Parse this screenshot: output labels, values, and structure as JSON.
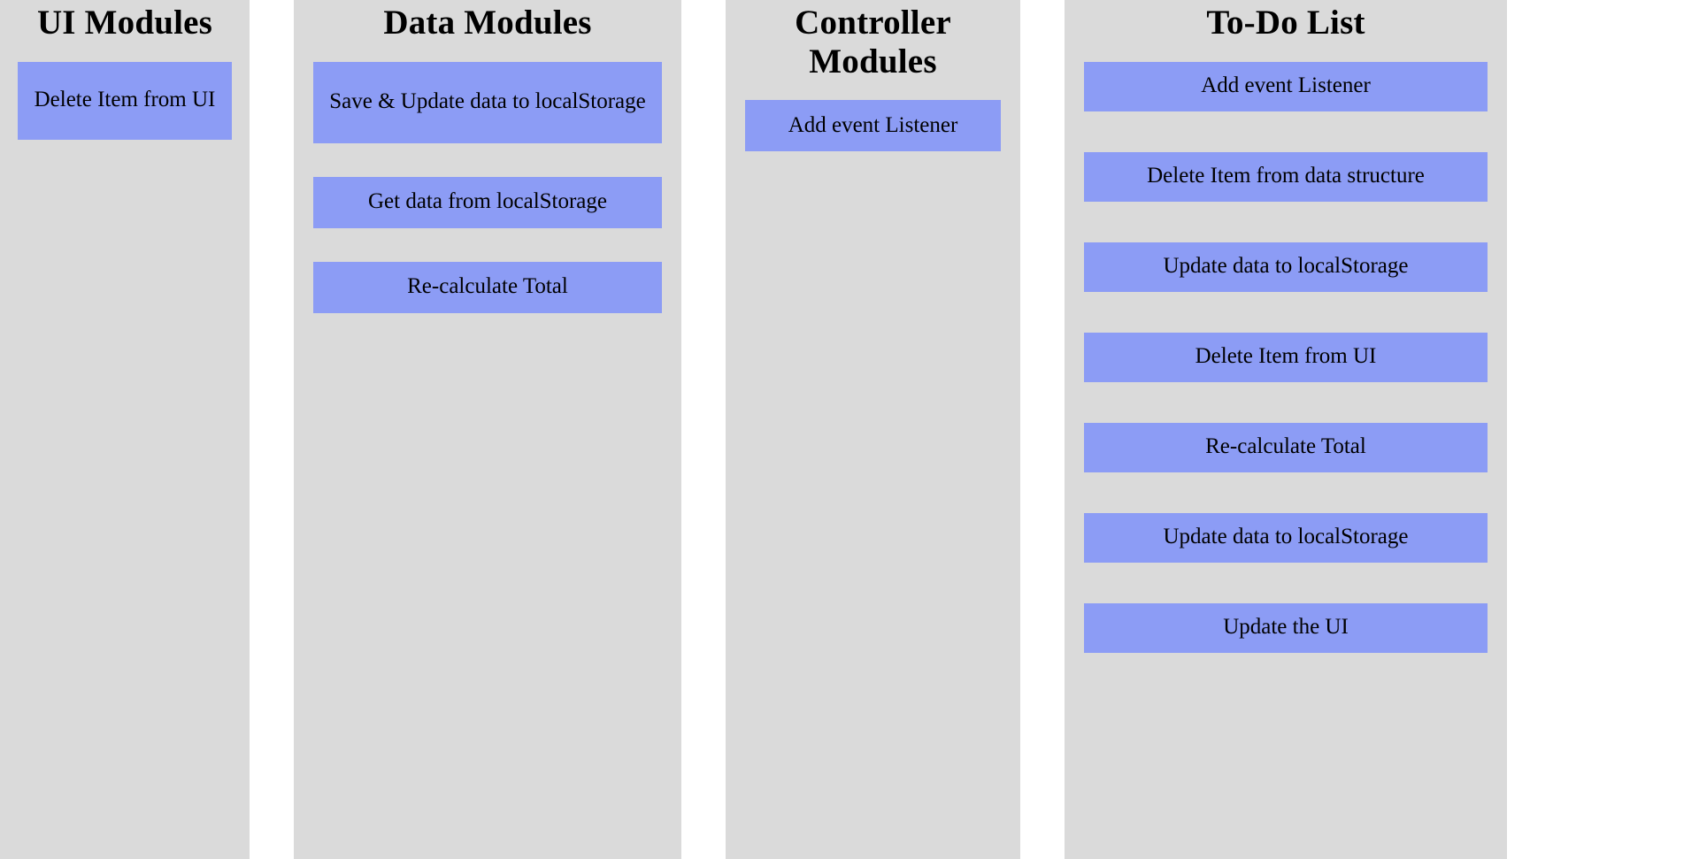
{
  "colors": {
    "panel_background": "#dadada",
    "card_background": "#8c9cf5",
    "page_background": "#ffffff",
    "text": "#000000"
  },
  "columns": [
    {
      "id": "ui-modules",
      "title": "UI Modules",
      "cards": [
        {
          "label": "Delete Item from UI"
        }
      ]
    },
    {
      "id": "data-modules",
      "title": "Data Modules",
      "cards": [
        {
          "label": "Save & Update data to localStorage"
        },
        {
          "label": "Get data from localStorage"
        },
        {
          "label": "Re-calculate Total"
        }
      ]
    },
    {
      "id": "controller-modules",
      "title": "Controller Modules",
      "cards": [
        {
          "label": "Add event Listener"
        }
      ]
    },
    {
      "id": "to-do-list",
      "title": "To-Do List",
      "cards": [
        {
          "label": "Add event Listener"
        },
        {
          "label": "Delete Item from data structure"
        },
        {
          "label": "Update data to localStorage"
        },
        {
          "label": "Delete Item from UI"
        },
        {
          "label": "Re-calculate Total"
        },
        {
          "label": "Update data to localStorage"
        },
        {
          "label": "Update the UI"
        }
      ]
    }
  ]
}
